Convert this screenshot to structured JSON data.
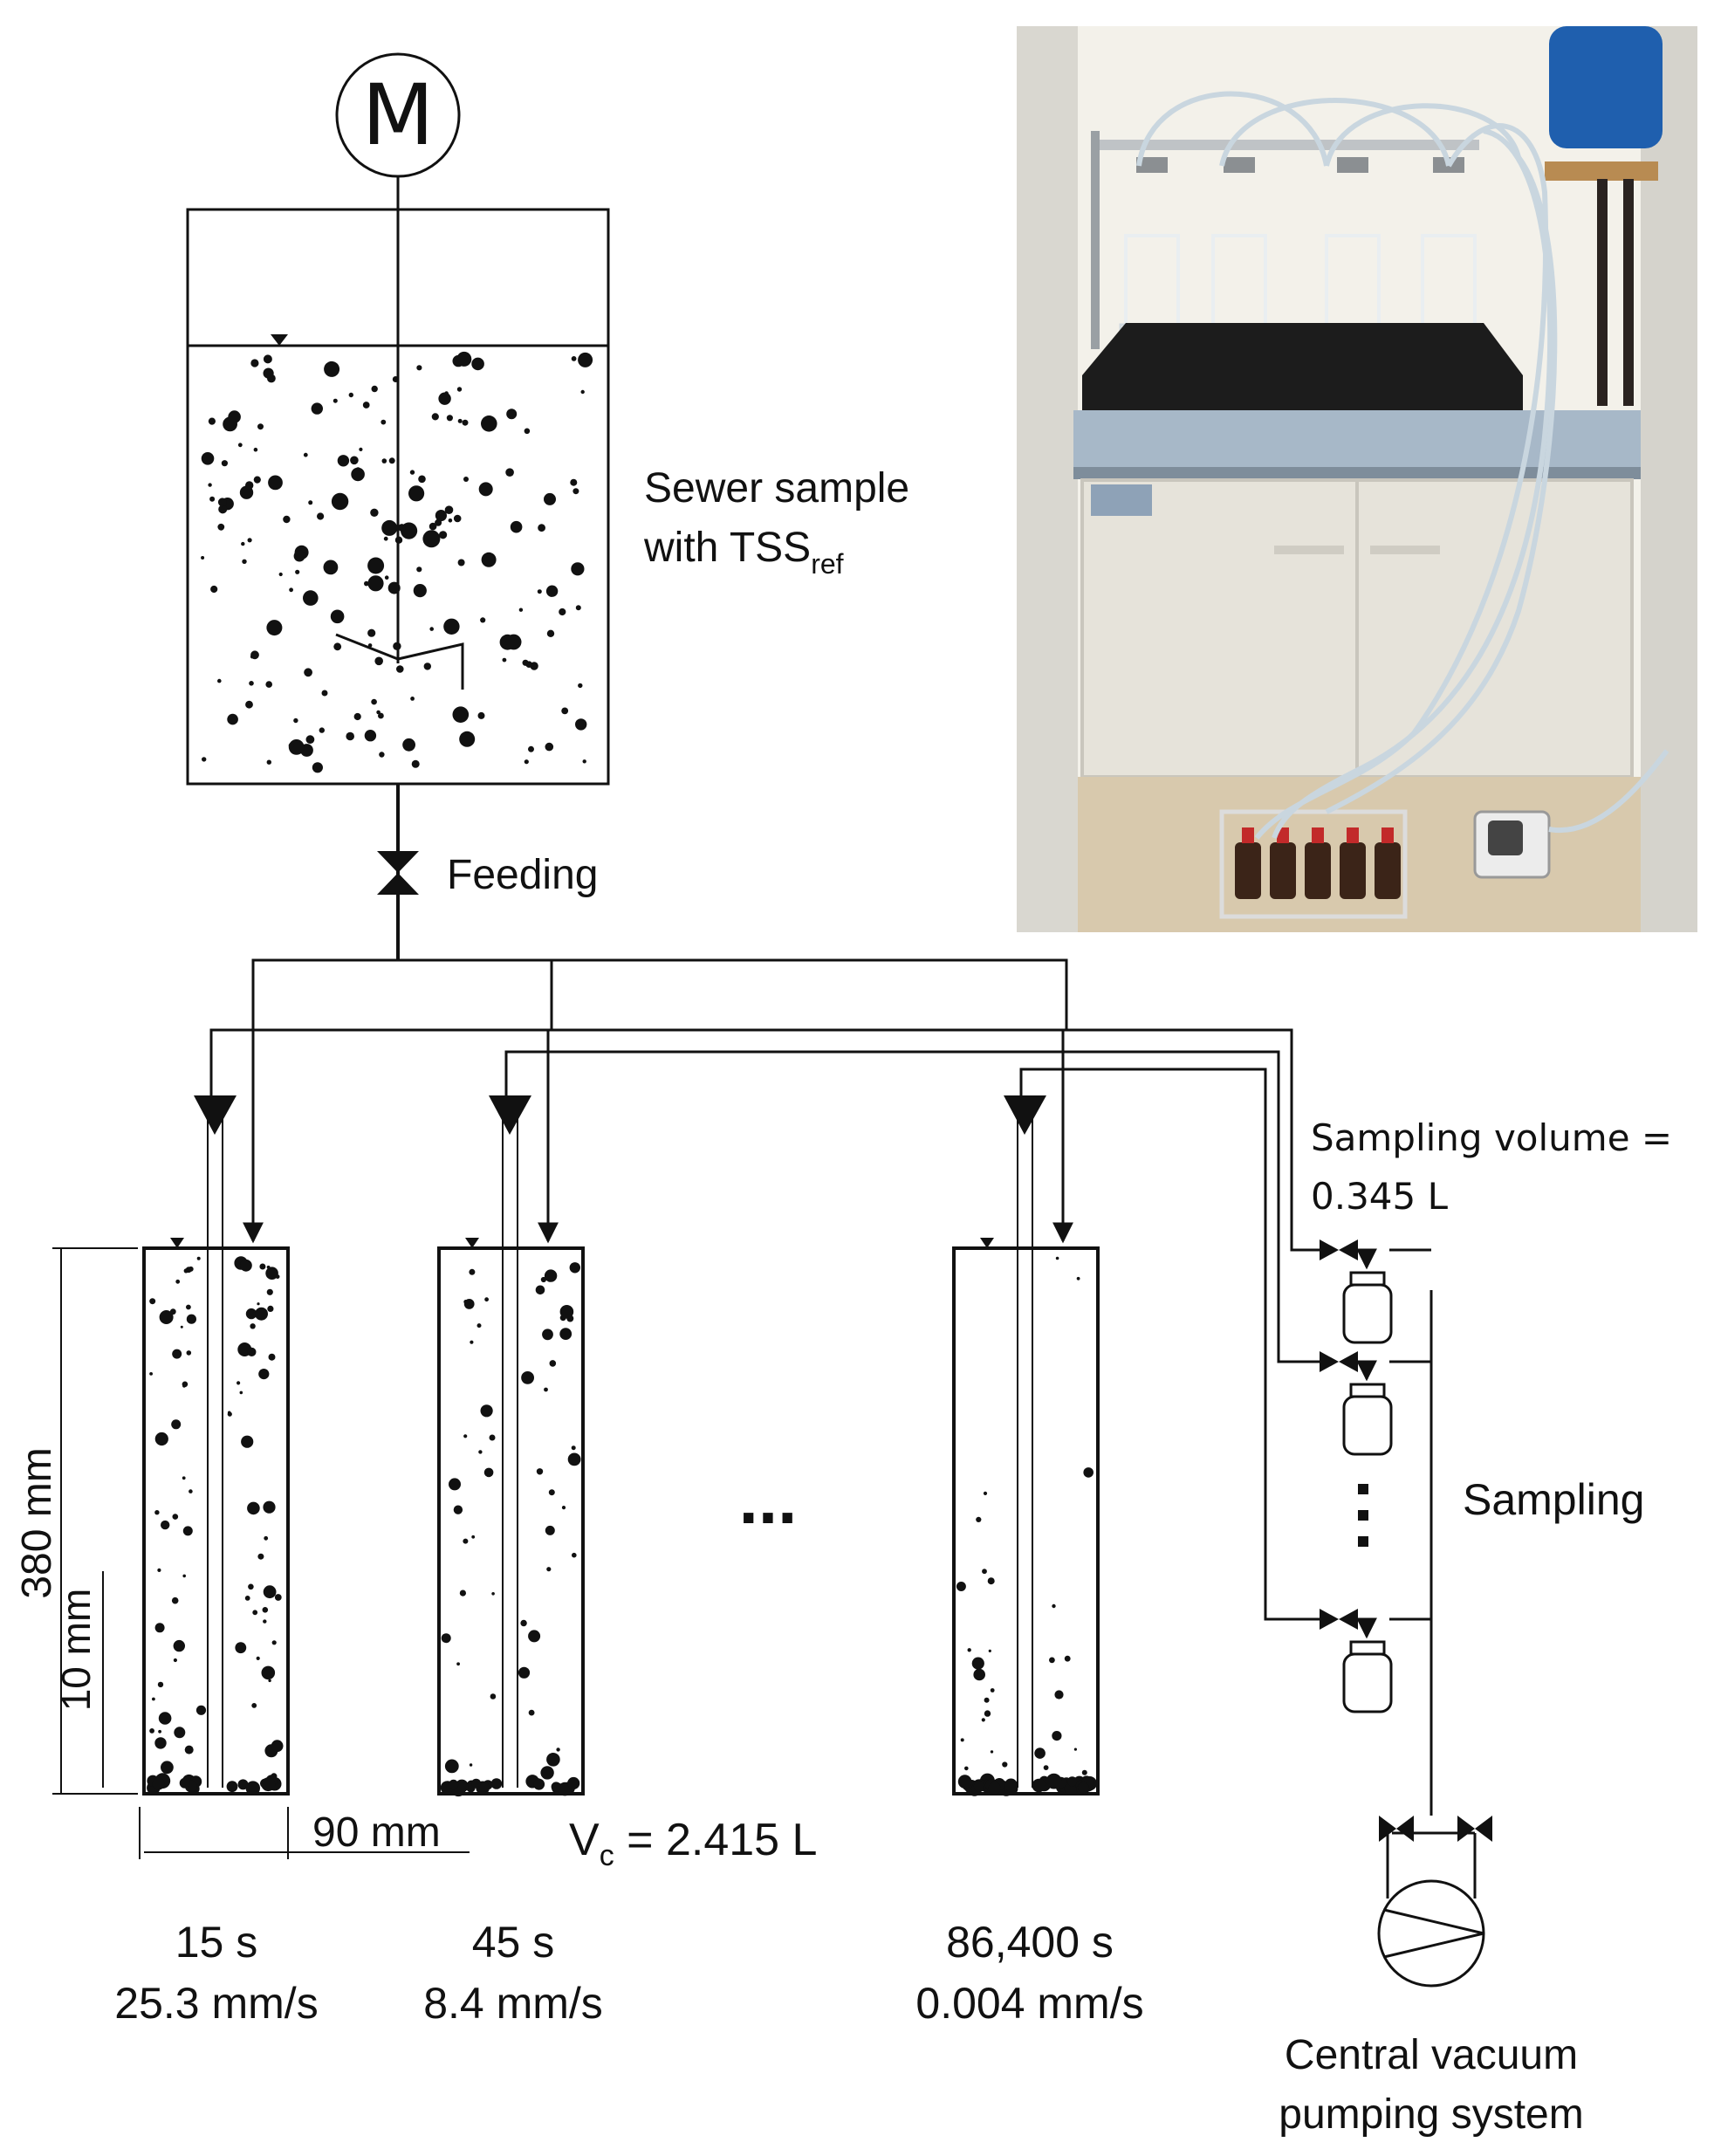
{
  "figure": {
    "motor_label": "M",
    "tank_label_line1": "Sewer sample",
    "tank_label_line2_main": "with TSS",
    "tank_label_line2_sub": "ref",
    "feeding_label": "Feeding",
    "sampling_volume_line1": "Sampling volume =",
    "sampling_volume_line2": "0.345 L",
    "sampling_label": "Sampling",
    "ellipsis_label": "...",
    "dim_height": "380 mm",
    "dim_bottom": "10 mm",
    "dim_width": "90 mm",
    "volume_label_main": "V",
    "volume_label_sub": "c",
    "volume_label_rest": " = 2.415 L",
    "columns": [
      {
        "time": "15 s",
        "velocity": "25.3 mm/s"
      },
      {
        "time": "45 s",
        "velocity": "8.4 mm/s"
      },
      {
        "time": "86,400 s",
        "velocity": "0.004 mm/s"
      }
    ],
    "pump_label_line1": "Central vacuum",
    "pump_label_line2": "pumping system"
  },
  "colors": {
    "line": "#111111",
    "wall": "#f3f1ea",
    "bench": "#a7b8c8",
    "cabinet": "#e6e3da",
    "tray": "#1c1c1c",
    "barrel": "#1f5fae",
    "tube": "#c9d6df"
  }
}
